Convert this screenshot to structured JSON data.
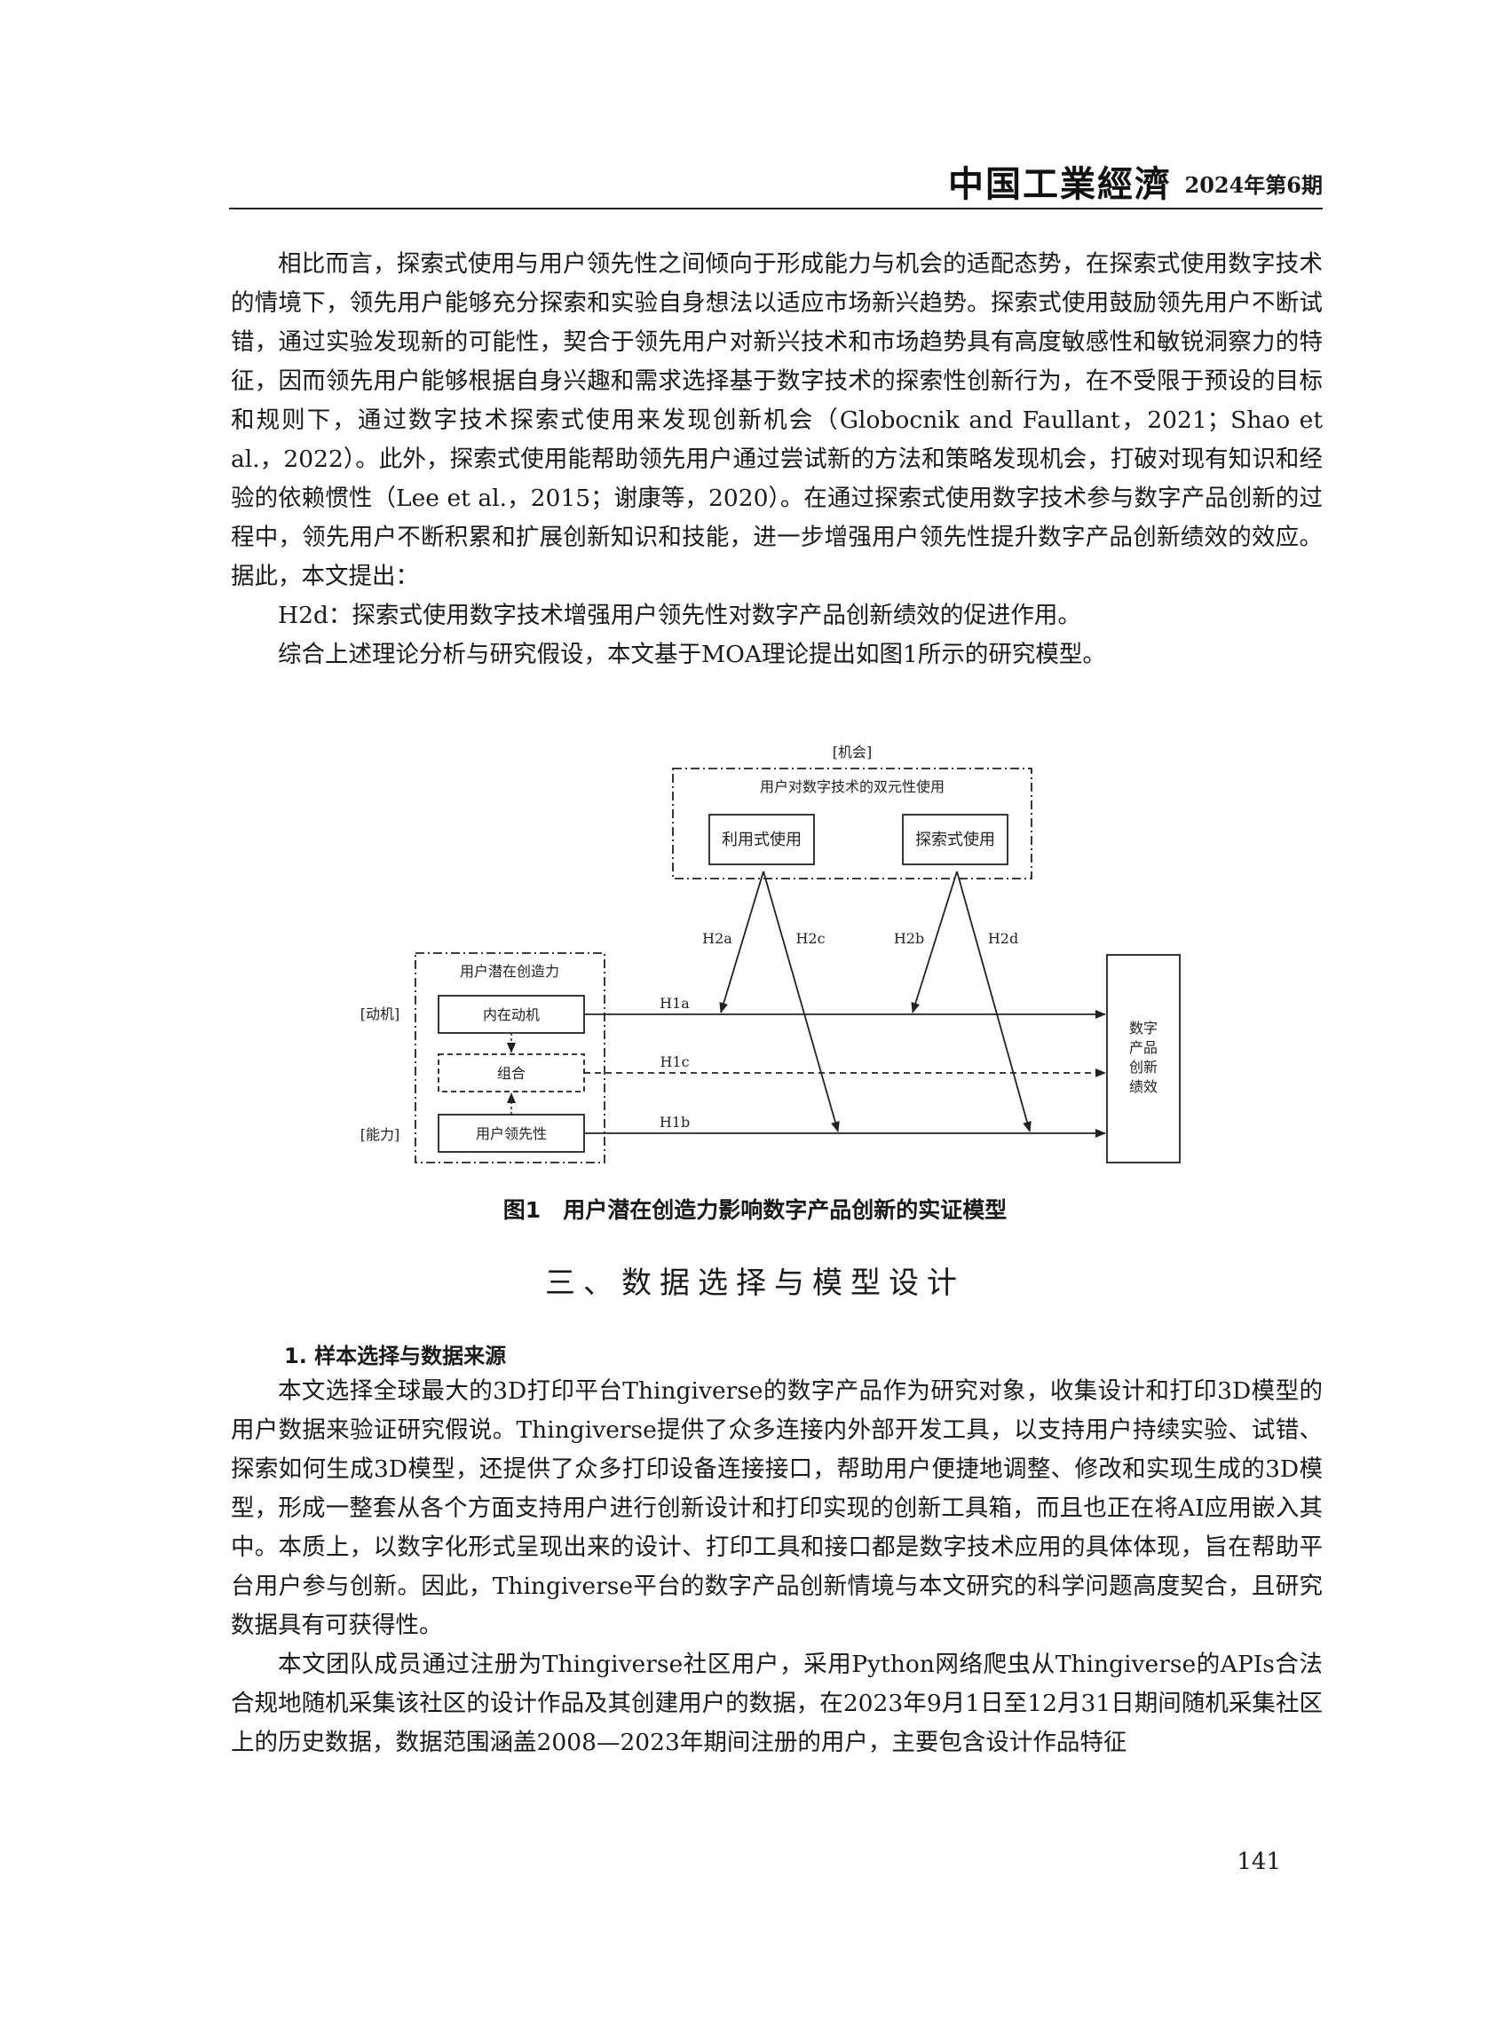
{
  "header": {
    "journal_name": "中国工業經濟",
    "issue": "2024年第6期"
  },
  "body_before_figure": [
    "相比而言，探索式使用与用户领先性之间倾向于形成能力与机会的适配态势，在探索式使用数字技术的情境下，领先用户能够充分探索和实验自身想法以适应市场新兴趋势。探索式使用鼓励领先用户不断试错，通过实验发现新的可能性，契合于领先用户对新兴技术和市场趋势具有高度敏感性和敏锐洞察力的特征，因而领先用户能够根据自身兴趣和需求选择基于数字技术的探索性创新行为，在不受限于预设的目标和规则下，通过数字技术探索式使用来发现创新机会（Globocnik and Faullant，2021；Shao et al.，2022）。此外，探索式使用能帮助领先用户通过尝试新的方法和策略发现机会，打破对现有知识和经验的依赖惯性（Lee et al.，2015；谢康等，2020）。在通过探索式使用数字技术参与数字产品创新的过程中，领先用户不断积累和扩展创新知识和技能，进一步增强用户领先性提升数字产品创新绩效的效应。据此，本文提出：",
    "H2d：探索式使用数字技术增强用户领先性对数字产品创新绩效的促进作用。",
    "综合上述理论分析与研究假设，本文基于MOA理论提出如图1所示的研究模型。"
  ],
  "figure": {
    "opportunity_label": "[机会]",
    "dual_use_title": "用户对数字技术的双元性使用",
    "exploit_use": "利用式使用",
    "explore_use": "探索式使用",
    "latent_creativity_title": "用户潜在创造力",
    "motivation_label": "[动机]",
    "ability_label": "[能力]",
    "intrinsic_motivation": "内在动机",
    "combination": "组合",
    "user_leadership": "用户领先性",
    "outcome_line1": "数字",
    "outcome_line2": "产品",
    "outcome_line3": "创新",
    "outcome_line4": "绩效",
    "h1a": "H1a",
    "h1b": "H1b",
    "h1c": "H1c",
    "h2a": "H2a",
    "h2b": "H2b",
    "h2c": "H2c",
    "h2d": "H2d",
    "caption": "图1　用户潜在创造力影响数字产品创新的实证模型"
  },
  "section_title": "三、数据选择与模型设计",
  "subsection_title": "1. 样本选择与数据来源",
  "body_after_section": [
    "本文选择全球最大的3D打印平台Thingiverse的数字产品作为研究对象，收集设计和打印3D模型的用户数据来验证研究假说。Thingiverse提供了众多连接内外部开发工具，以支持用户持续实验、试错、探索如何生成3D模型，还提供了众多打印设备连接接口，帮助用户便捷地调整、修改和实现生成的3D模型，形成一整套从各个方面支持用户进行创新设计和打印实现的创新工具箱，而且也正在将AI应用嵌入其中。本质上，以数字化形式呈现出来的设计、打印工具和接口都是数字技术应用的具体体现，旨在帮助平台用户参与创新。因此，Thingiverse平台的数字产品创新情境与本文研究的科学问题高度契合，且研究数据具有可获得性。",
    "本文团队成员通过注册为Thingiverse社区用户，采用Python网络爬虫从Thingiverse的APIs合法合规地随机采集该社区的设计作品及其创建用户的数据，在2023年9月1日至12月31日期间随机采集社区上的历史数据，数据范围涵盖2008—2023年期间注册的用户，主要包含设计作品特征"
  ],
  "page_number": "141"
}
